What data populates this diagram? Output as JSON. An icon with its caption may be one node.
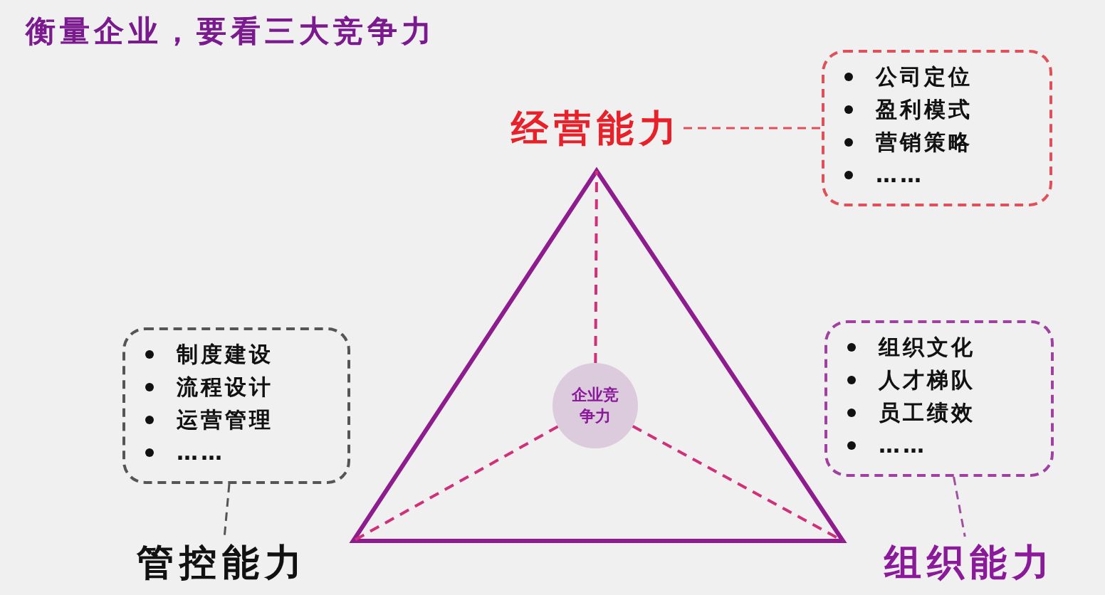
{
  "diagram": {
    "title": "衡量企业，要看三大竞争力",
    "nodes": [
      {
        "text": [
          "企业竞争力"
        ]
      },
      {
        "text": [
          "经营能力"
        ]
      },
      {
        "text": [
          "公司定位",
          "盈利模式",
          "营销策略",
          "……"
        ]
      },
      {
        "text": [
          "管控能力"
        ]
      },
      {
        "text": [
          "制度建设",
          "流程设计",
          "运营管理",
          "……"
        ]
      },
      {
        "text": [
          "组织能力"
        ]
      },
      {
        "text": [
          "组织文化",
          "人才梯队",
          "员工绩效",
          "……"
        ]
      }
    ],
    "edges": [
      {
        "from": 1,
        "to": 2,
        "arrow": "none",
        "style": "dashed",
        "color": "#e0505a"
      },
      {
        "from": 4,
        "to": 3,
        "arrow": "none",
        "style": "dashed",
        "color": "#555555"
      },
      {
        "from": 6,
        "to": 5,
        "arrow": "none",
        "style": "dashed",
        "color": "#a050a0"
      }
    ]
  }
}
